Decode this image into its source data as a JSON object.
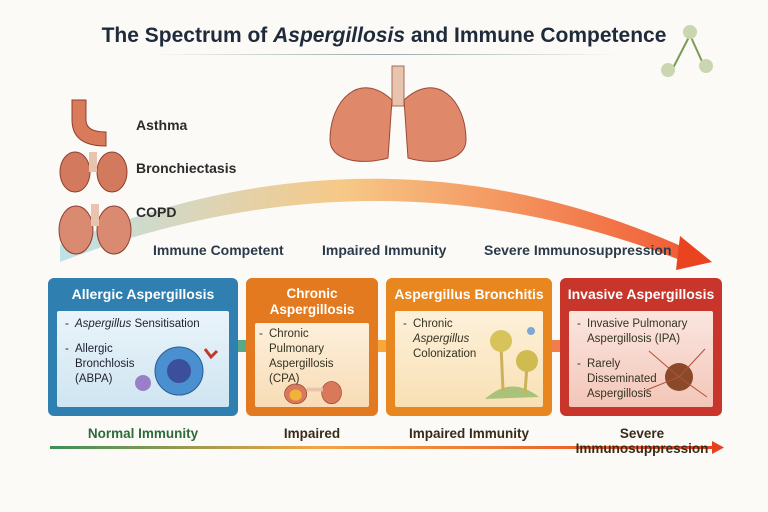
{
  "title": {
    "prefix": "The Spectrum of ",
    "italic": "Aspergillosis",
    "suffix": " and Immune Competence"
  },
  "conditions": [
    {
      "label": "Asthma"
    },
    {
      "label": "Bronchiectasis"
    },
    {
      "label": "COPD"
    }
  ],
  "arc_labels": [
    "Immune Competent",
    "Impaired Immunity",
    "Severe Immunosuppression"
  ],
  "boxes": [
    {
      "title": "Allergic Aspergillosis",
      "items": [
        {
          "italic": "Aspergillus",
          "text": " Sensitisation"
        },
        {
          "italic": "",
          "text": "Allergic Bronchlosis (ABPA)"
        }
      ],
      "color": "#2f7fb0"
    },
    {
      "title": "Chronic Aspergillosis",
      "items": [
        {
          "italic": "",
          "text": "Chronic Pulmonary Aspergillosis (CPA)"
        }
      ],
      "color": "#e37a1f"
    },
    {
      "title": "Aspergillus Bronchitis",
      "items": [
        {
          "pre": "Chronic ",
          "italic": "Aspergillus",
          "text": " Colonization"
        }
      ],
      "color": "#e8871f"
    },
    {
      "title": "Invasive Aspergillosis",
      "items": [
        {
          "italic": "",
          "text": "Invasive Pulmonary Aspergillosis (IPA)"
        },
        {
          "italic": "",
          "text": "Rarely Disseminated Aspergillosis"
        }
      ],
      "color": "#c7352b"
    }
  ],
  "bottom_labels": [
    "Normal Immunity",
    "Impaired",
    "Impaired Immunity",
    "Severe Immunosuppression"
  ]
}
